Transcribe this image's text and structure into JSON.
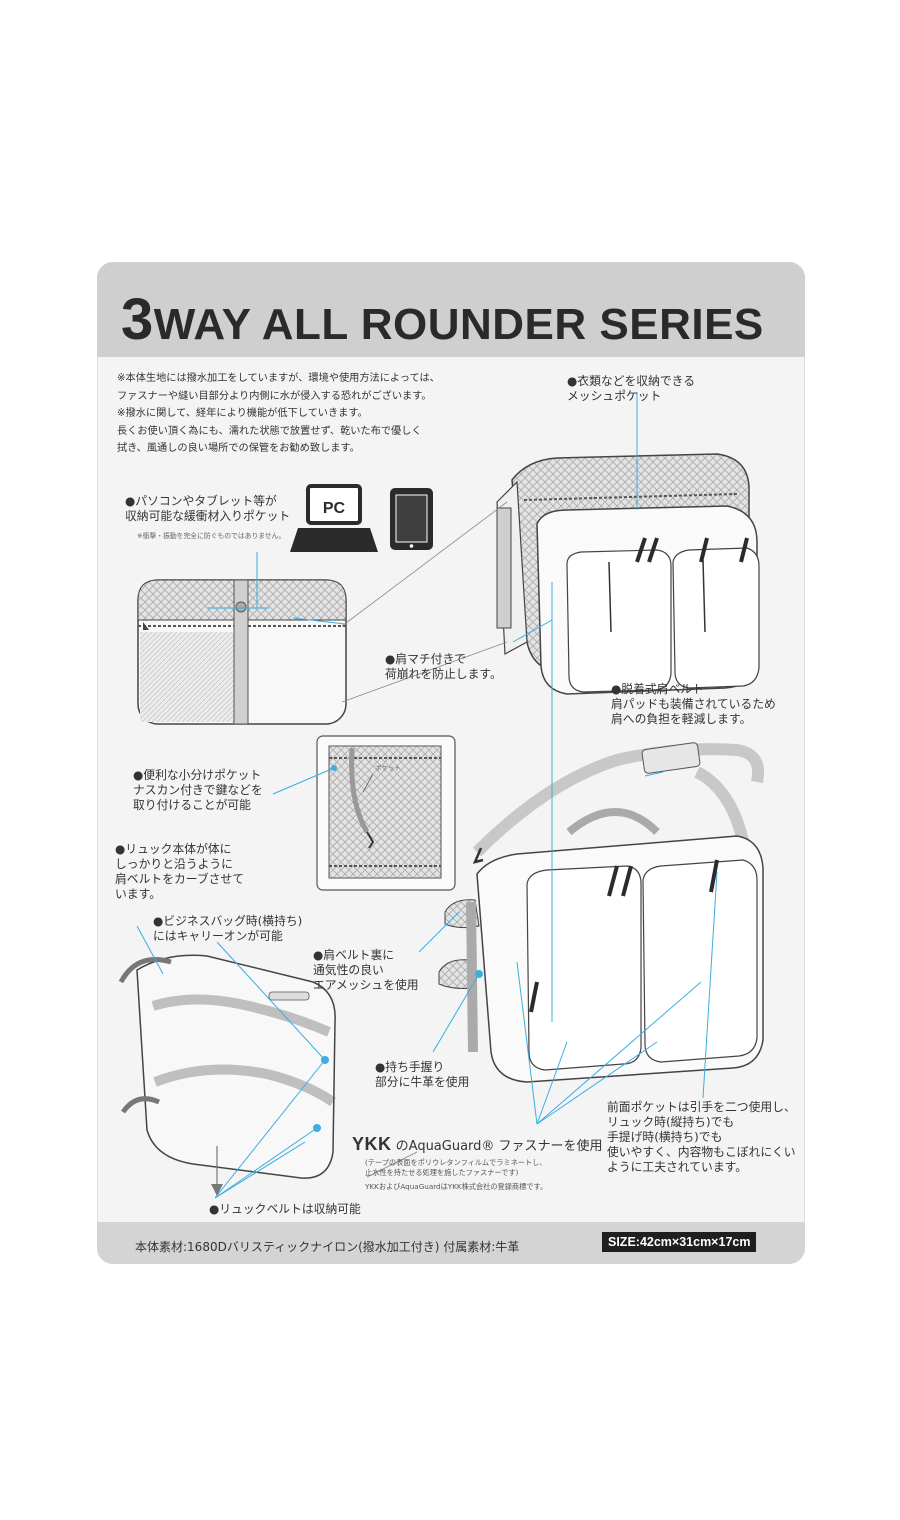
{
  "title": {
    "number": "3",
    "text": "WAY ALL ROUNDER SERIES"
  },
  "notes": [
    "※本体生地には撥水加工をしていますが、環境や使用方法によっては、",
    "ファスナーや縫い目部分より内側に水が侵入する恐れがございます。",
    "※撥水に関して、経年により機能が低下していきます。",
    "長くお使い頂く為にも、濡れた状態で放置せず、乾いた布で優しく",
    "拭き、風通しの良い場所での保管をお勧め致します。"
  ],
  "labels": {
    "mesh_pocket": [
      "●衣類などを収納できる",
      "メッシュポケット"
    ],
    "pc_pocket": [
      "●パソコンやタブレット等が",
      "収納可能な緩衝材入りポケット"
    ],
    "pc_disclaimer": "※衝撃・振動を完全に防ぐものではありません。",
    "pc_icon_text": "PC",
    "shoulder_gusset": [
      "●肩マチ付きで",
      "荷崩れを防止します。"
    ],
    "shoulder_belt": [
      "●脱着式肩ベルト",
      "肩パッドも装備されているため",
      "肩への負担を軽減します。"
    ],
    "small_pocket": [
      "●便利な小分けポケット",
      "ナスカン付きで鍵などを",
      "取り付けることが可能"
    ],
    "pocket_tag": "ポケット",
    "backpack_fit": [
      "●リュック本体が体に",
      "しっかりと沿うように",
      "肩ベルトをカーブさせて",
      "います。"
    ],
    "carry_on": [
      "●ビジネスバッグ時(横持ち)",
      "にはキャリーオンが可能"
    ],
    "air_mesh": [
      "●肩ベルト裏に",
      "通気性の良い",
      "エアメッシュを使用"
    ],
    "leather_handle": [
      "●持ち手握り",
      "部分に牛革を使用"
    ],
    "front_pocket": [
      "前面ポケットは引手を二つ使用し、",
      "リュック時(縦持ち)でも",
      "手提げ時(横持ち)でも",
      "使いやすく、内容物もこぼれにくい",
      "ように工夫されています。"
    ],
    "belt_storage": "●リュックベルトは収納可能"
  },
  "ykk": {
    "brand": "YKK",
    "text": "のAquaGuard® ファスナーを使用",
    "notes": [
      "(テープの表面をポリウレタンフィルムでラミネートし、",
      "止水性を持たせる処理を施したファスナーです)",
      "YKKおよびAquaGuardはYKK株式会社の登録商標です。"
    ]
  },
  "footer": {
    "material": "本体素材:1680Dバリスティックナイロン(撥水加工付き) 付属素材:牛革",
    "size": "SIZE:42cm×31cm×17cm"
  },
  "colors": {
    "accent": "#3aaee0",
    "header": "#cfcfcf",
    "line": "#444444",
    "footer": "#d4d4d4"
  }
}
